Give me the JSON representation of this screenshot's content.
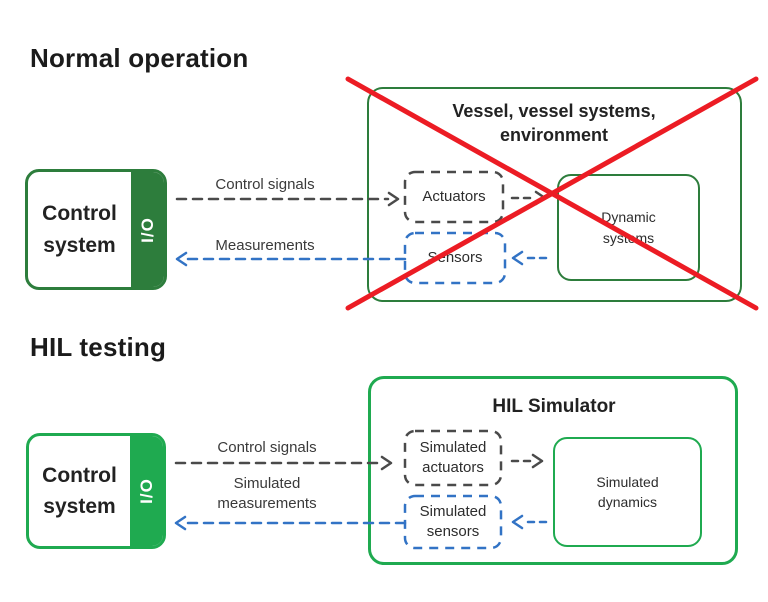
{
  "colors": {
    "dark_green": "#2d7d3c",
    "bright_green": "#1faa50",
    "red_cross": "#ec1c24",
    "blue": "#3273c5",
    "dark_gray_arrow": "#4a4a4a",
    "text": "#222222"
  },
  "normal": {
    "heading": "Normal operation",
    "control_system": {
      "label": "Control system",
      "io_label": "I/O"
    },
    "control_signals_label": "Control signals",
    "measurements_label": "Measurements",
    "vessel": {
      "title": "Vessel, vessel systems, environment",
      "actuators_label": "Actuators",
      "sensors_label": "Sensors",
      "dynamic_systems_label": "Dynamic systems"
    }
  },
  "hil": {
    "heading": "HIL testing",
    "control_system": {
      "label": "Control system",
      "io_label": "I/O"
    },
    "control_signals_label": "Control signals",
    "simulated_measurements_label": "Simulated measurements",
    "simulator": {
      "title": "HIL Simulator",
      "actuators_label": "Simulated actuators",
      "sensors_label": "Simulated sensors",
      "dynamics_label": "Simulated dynamics"
    }
  }
}
